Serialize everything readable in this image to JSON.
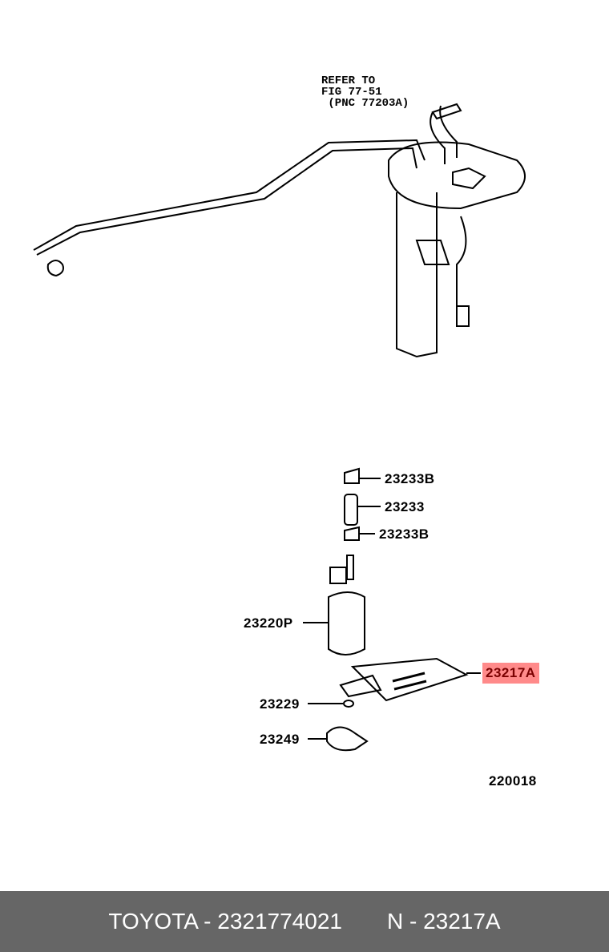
{
  "diagram": {
    "reference_note": [
      "REFER TO",
      "FIG 77-51",
      " (PNC 77203A)"
    ],
    "callouts": [
      {
        "part": "23233B"
      },
      {
        "part": "23233"
      },
      {
        "part": "23233B"
      },
      {
        "part": "23220P"
      },
      {
        "part": "23217A",
        "highlighted": true
      },
      {
        "part": "23229"
      },
      {
        "part": "23249"
      }
    ],
    "figure_id": "220018",
    "highlight_color": "#ff8a8a"
  },
  "footer": {
    "brand_part": "TOYOTA - 2321774021",
    "ref": "N - 23217A",
    "background": "#666666"
  }
}
